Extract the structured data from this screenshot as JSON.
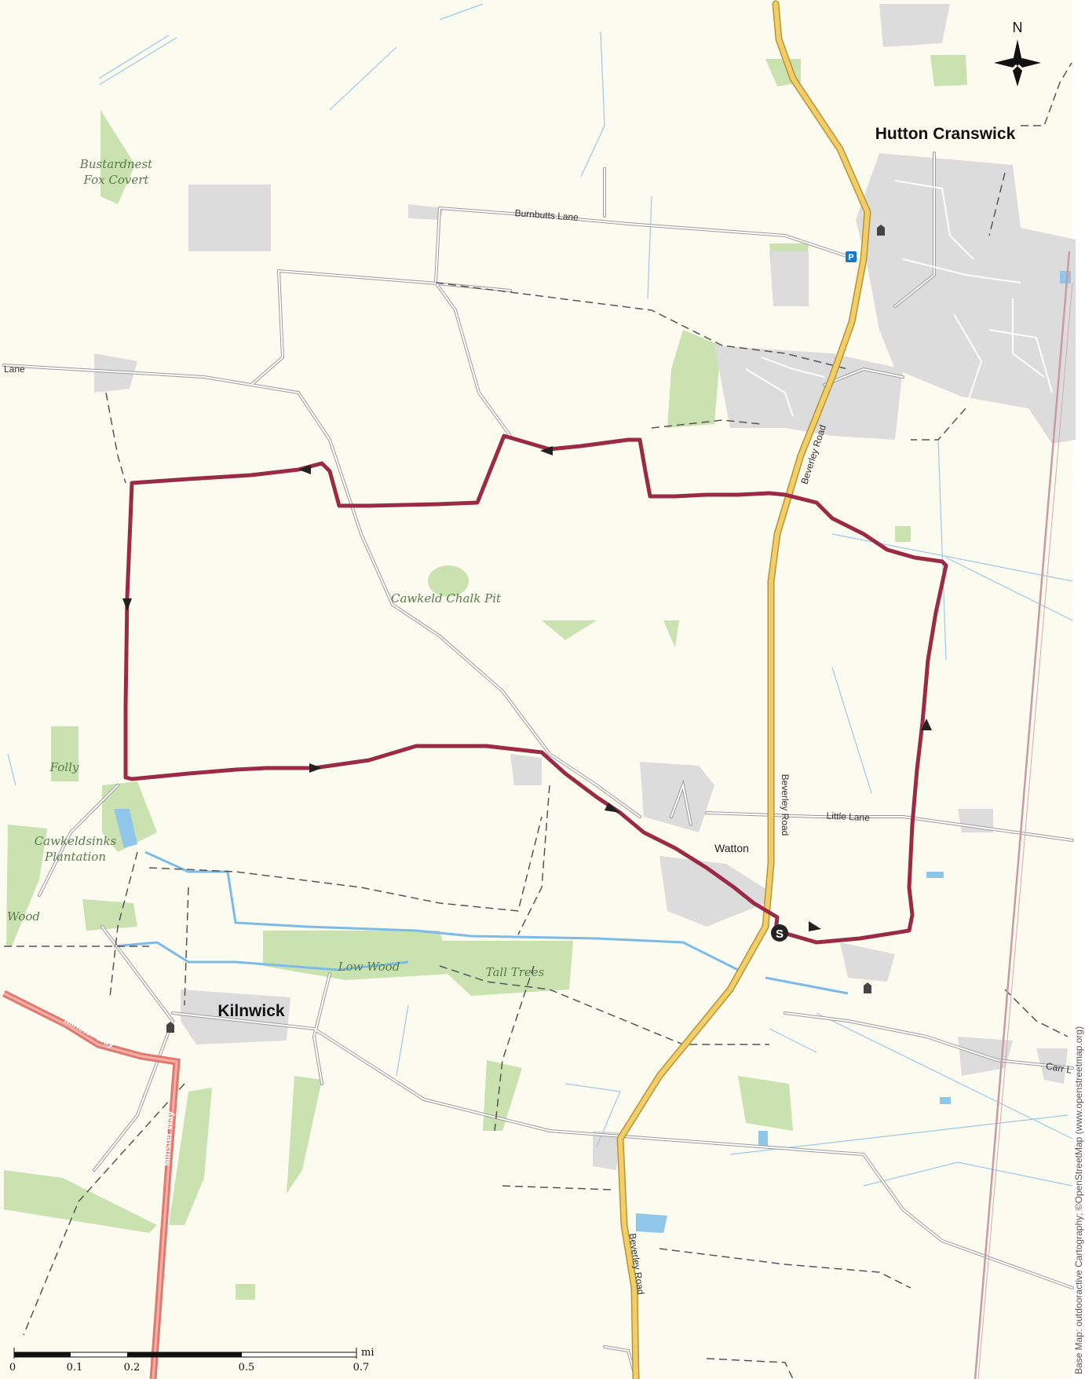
{
  "compass": {
    "label": "N",
    "icon": "compass-rose-icon"
  },
  "places": {
    "hutton_cranswick": "Hutton Cranswick",
    "kilnwick": "Kilnwick",
    "watton": "Watton"
  },
  "woods": {
    "bustardnest_1": "Bustardnest",
    "bustardnest_2": "Fox Covert",
    "cawkeld_chalk_pit": "Cawkeld Chalk Pit",
    "folly": "Folly",
    "cawkeldsinks_1": "Cawkeldsinks",
    "cawkeldsinks_2": "Plantation",
    "wood": "Wood",
    "low_wood": "Low Wood",
    "tall_trees": "Tall Trees"
  },
  "roads": {
    "burnbutts_lane": "Burnbutts Lane",
    "lane": "Lane",
    "beverley_road_1": "Beverley Road",
    "beverley_road_2": "Beverley Road",
    "beverley_road_3": "Beverley Road",
    "little_lane": "Little Lane",
    "carr_lane": "Carr L",
    "minster_way_1": "Minster Way",
    "minster_way_2": "Minster Way"
  },
  "route": {
    "start_marker": "S",
    "color": "#9b2a47"
  },
  "scale": {
    "ticks": [
      "0",
      "0.1",
      "0.2",
      "0.5",
      "0.7"
    ],
    "unit": "mi"
  },
  "attribution": "Base Map: outdooractive Cartography; ©OpenStreetMap (www.openstreetmap.org)",
  "colors": {
    "land": "#fbfbf0",
    "wood": "#c9e2b0",
    "built": "#dcdcdc",
    "water": "#6db4e6",
    "main_road": "#f1cd6c",
    "route": "#9b2a47",
    "long_distance_path": "#e07a70"
  }
}
